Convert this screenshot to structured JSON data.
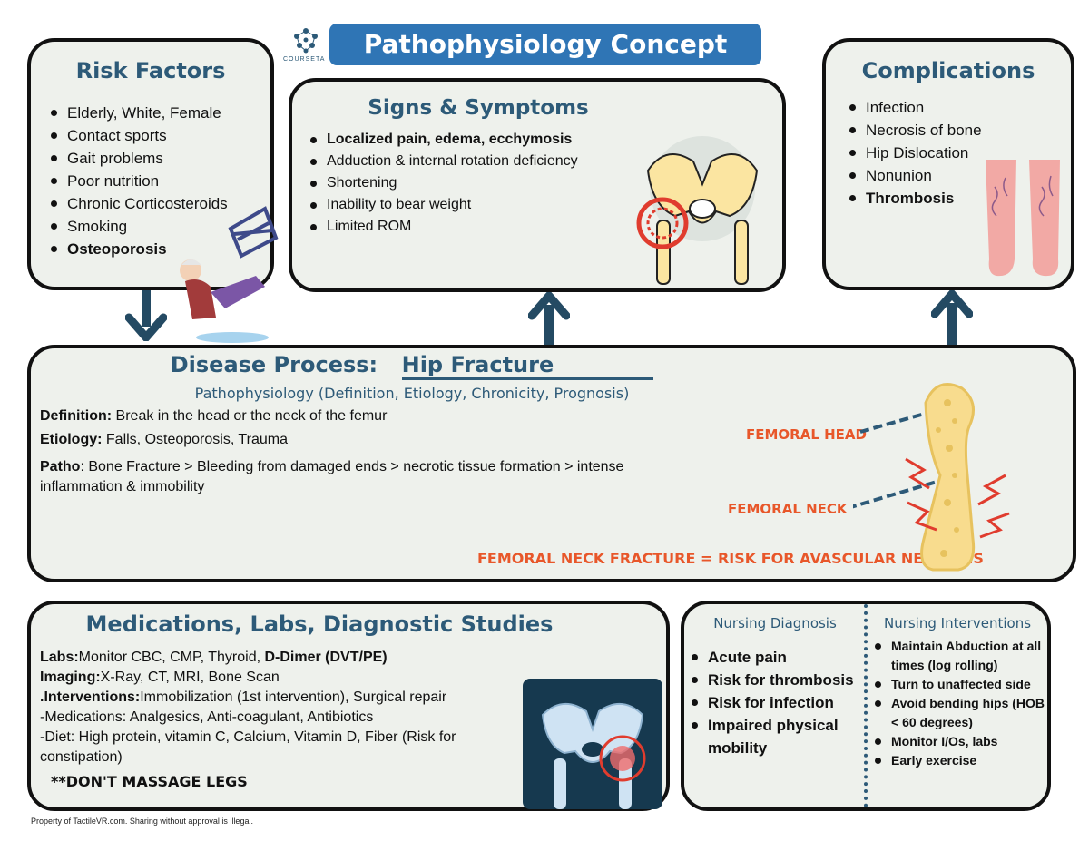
{
  "title": "Pathophysiology Concept Map",
  "logo_text": "COURSETA",
  "risk": {
    "heading": "Risk Factors",
    "items": [
      {
        "text": "Elderly, White, Female",
        "bold": false
      },
      {
        "text": "Contact sports",
        "bold": false
      },
      {
        "text": "Gait problems",
        "bold": false
      },
      {
        "text": "Poor nutrition",
        "bold": false
      },
      {
        "text": "Chronic Corticosteroids",
        "bold": false
      },
      {
        "text": "Smoking",
        "bold": false
      },
      {
        "text": "Osteoporosis",
        "bold": true
      }
    ]
  },
  "signs": {
    "heading": "Signs & Symptoms",
    "items": [
      {
        "text": "Localized pain, edema, ecchymosis",
        "bold": true
      },
      {
        "text": "Adduction & internal rotation deficiency",
        "bold": false
      },
      {
        "text": "Shortening",
        "bold": false
      },
      {
        "text": "Inability to bear weight",
        "bold": false
      },
      {
        "text": "Limited ROM",
        "bold": false
      }
    ]
  },
  "complications": {
    "heading": "Complications",
    "items": [
      {
        "text": "Infection",
        "bold": false
      },
      {
        "text": "Necrosis of bone",
        "bold": false
      },
      {
        "text": "Hip Dislocation",
        "bold": false
      },
      {
        "text": "Nonunion",
        "bold": false
      },
      {
        "text": "Thrombosis",
        "bold": true
      }
    ]
  },
  "disease": {
    "label": "Disease Process:",
    "name": "Hip Fracture",
    "subheading": "Pathophysiology (Definition, Etiology, Chronicity, Prognosis)",
    "definition_label": "Definition:",
    "definition_text": "Break in the head or the neck of the femur",
    "etiology_label": "Etiology:",
    "etiology_text": "Falls, Osteoporosis, Trauma",
    "patho_label": "Patho",
    "patho_text": ": Bone Fracture > Bleeding from damaged ends > necrotic tissue formation > intense inflammation & immobility",
    "femoral_head": "FEMORAL HEAD",
    "femoral_neck": "FEMORAL NECK",
    "risk_note": "FEMORAL NECK FRACTURE = RISK FOR AVASCULAR NECROSIS"
  },
  "meds": {
    "heading": "Medications, Labs, Diagnostic Studies",
    "labs_label": "Labs:",
    "labs_text": "Monitor CBC, CMP, Thyroid, ",
    "labs_bold": "D-Dimer (DVT/PE)",
    "imaging_label": "Imaging:",
    "imaging_text": "X-Ray, CT, MRI, Bone Scan",
    "interventions_label": ".Interventions:",
    "interventions_text": "Immobilization (1st intervention), Surgical repair",
    "medications_line": "-Medications: Analgesics, Anti-coagulant, Antibiotics",
    "diet_line": "-Diet: High protein, vitamin C, Calcium, Vitamin D, Fiber (Risk for constipation)",
    "warning": "**DON'T MASSAGE LEGS"
  },
  "nursing": {
    "diag_heading": "Nursing Diagnosis",
    "int_heading": "Nursing Interventions",
    "diagnoses": [
      "Acute pain",
      "Risk for thrombosis",
      "Risk for infection",
      "Impaired physical mobility"
    ],
    "interventions": [
      "Maintain Abduction at all times (log rolling)",
      "Turn to unaffected side",
      "Avoid bending hips (HOB < 60 degrees)",
      "Monitor I/Os, labs",
      "Early exercise"
    ]
  },
  "footer": "Property of TactileVR.com. Sharing without approval is illegal.",
  "colors": {
    "heading": "#2d5a78",
    "title_bg": "#2f75b5",
    "accent": "#e8572a",
    "box_bg": "#eef1ec",
    "arrow": "#244a63"
  }
}
